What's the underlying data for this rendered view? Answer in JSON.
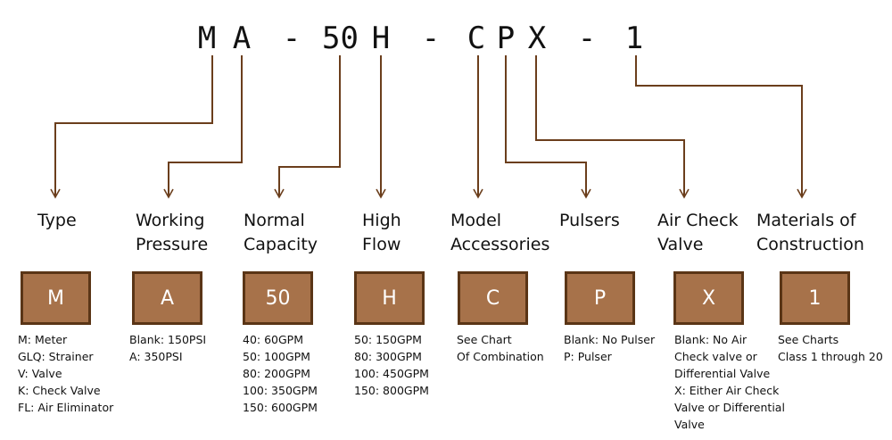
{
  "code_characters": [
    "M",
    "A",
    "-",
    "50",
    "H",
    "-",
    "C",
    "P",
    "X",
    "-",
    "1"
  ],
  "segments": [
    {
      "id": "type",
      "label": [
        "Type"
      ],
      "code": "M",
      "options": [
        "M: Meter",
        "GLQ: Strainer",
        "V: Valve",
        "K: Check Valve",
        "FL: Air Eliminator"
      ]
    },
    {
      "id": "working-pressure",
      "label": [
        "Working",
        "Pressure"
      ],
      "code": "A",
      "options": [
        "Blank: 150PSI",
        "A: 350PSI"
      ]
    },
    {
      "id": "normal-capacity",
      "label": [
        "Normal",
        "Capacity"
      ],
      "code": "50",
      "options": [
        "40: 60GPM",
        "50: 100GPM",
        "80: 200GPM",
        "100: 350GPM",
        "150: 600GPM"
      ]
    },
    {
      "id": "high-flow",
      "label": [
        "High",
        "Flow"
      ],
      "code": "H",
      "options": [
        "50: 150GPM",
        "80: 300GPM",
        "100: 450GPM",
        "150: 800GPM"
      ]
    },
    {
      "id": "model-accessories",
      "label": [
        "Model",
        "Accessories"
      ],
      "code": "C",
      "options": [
        "See Chart",
        "Of Combination"
      ]
    },
    {
      "id": "pulsers",
      "label": [
        "Pulsers"
      ],
      "code": "P",
      "options": [
        "Blank: No Pulser",
        "P: Pulser"
      ]
    },
    {
      "id": "air-check-valve",
      "label": [
        "Air Check",
        "Valve"
      ],
      "code": "X",
      "options": [
        "Blank: No Air",
        "Check valve or",
        "Differential Valve",
        "X: Either Air Check",
        "Valve or Differential",
        "Valve"
      ]
    },
    {
      "id": "materials-of-construction",
      "label": [
        "Materials of",
        "Construction"
      ],
      "code": "1",
      "options": [
        "See Charts",
        "Class 1 through 20"
      ]
    }
  ],
  "colors": {
    "box_fill": "#a7724a",
    "box_border": "#5a3516",
    "connector": "#6b3e1c",
    "box_text": "#ffffff"
  }
}
